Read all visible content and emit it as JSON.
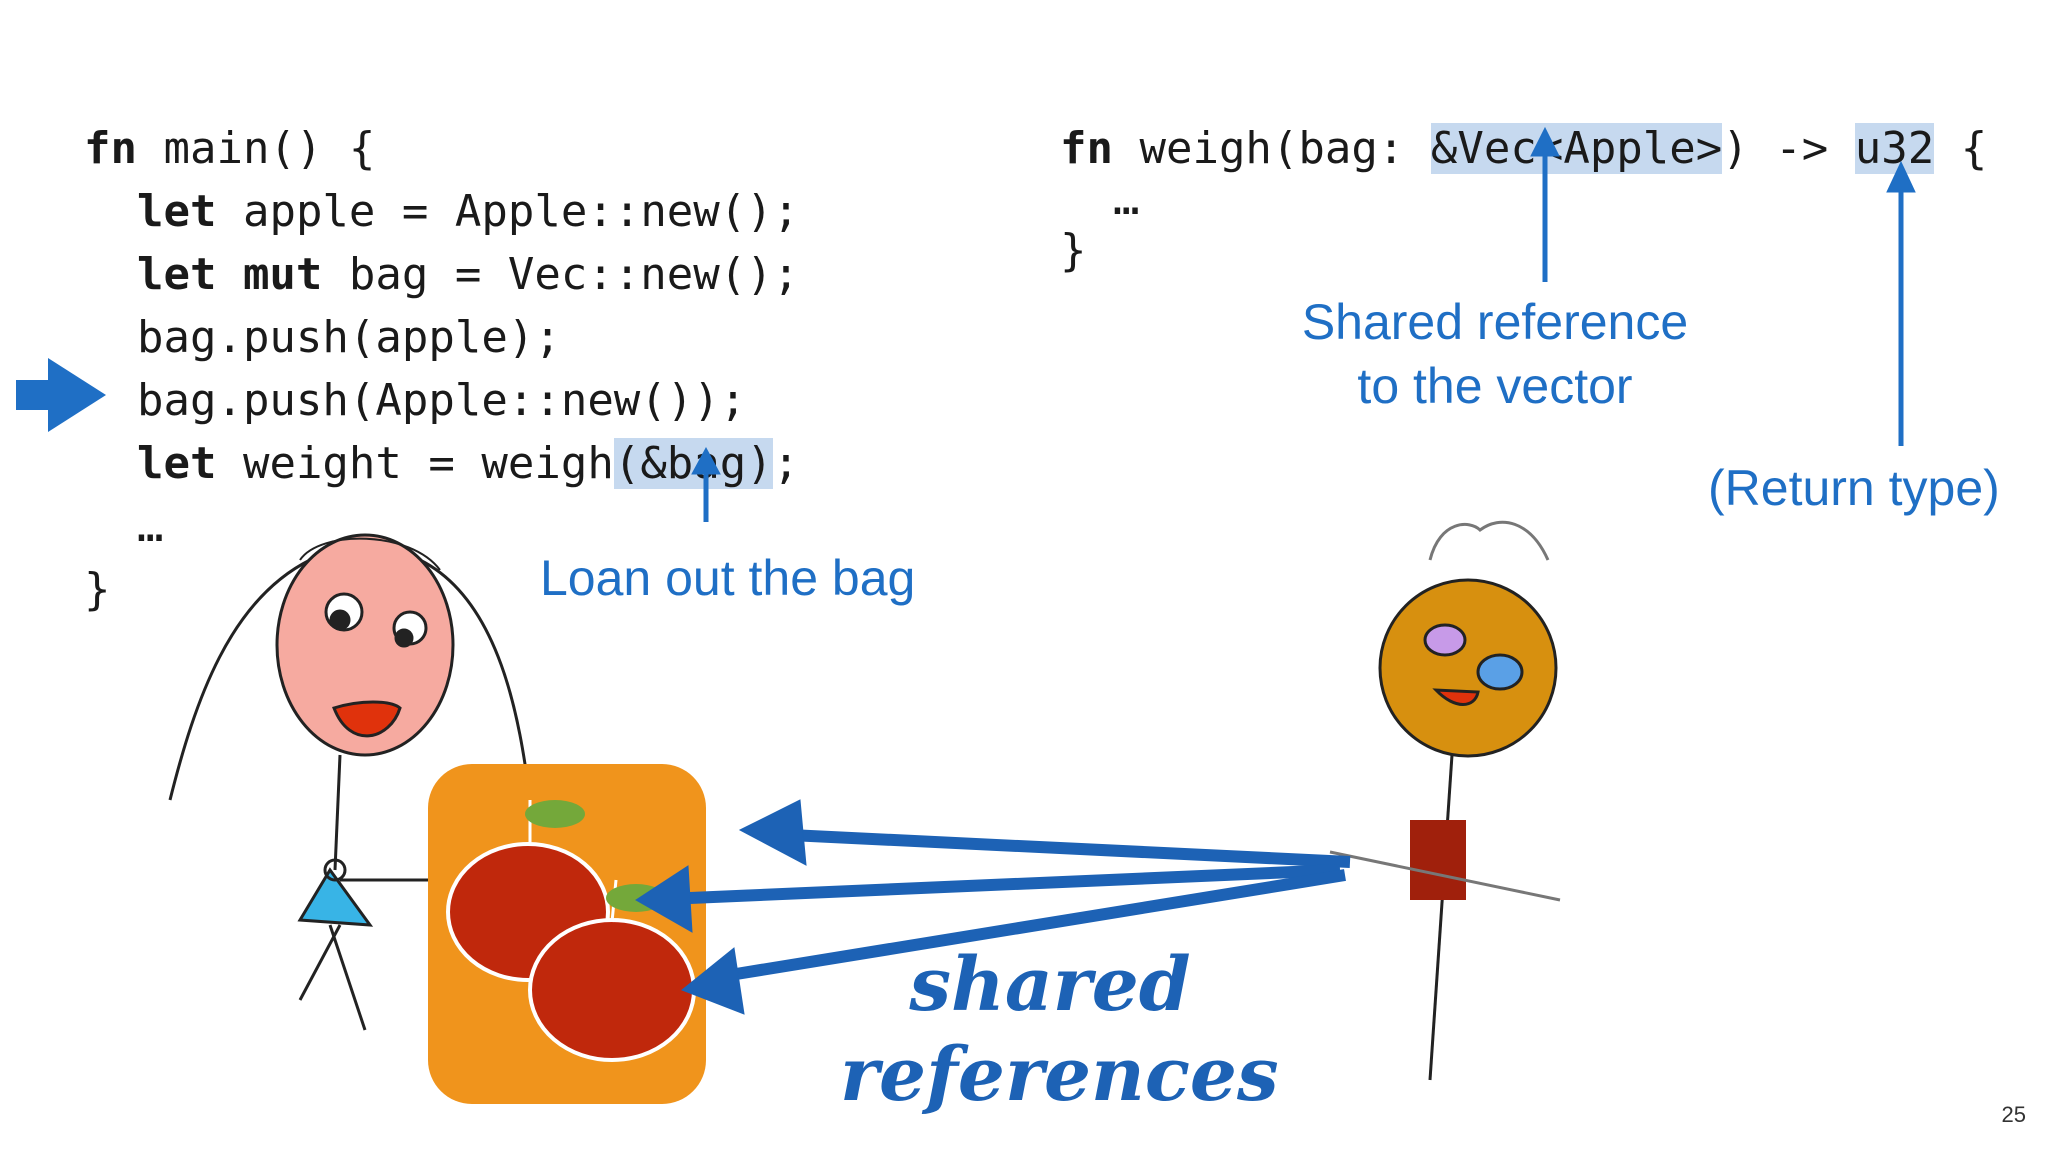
{
  "main_code": {
    "l1_kw": "fn",
    "l1_rest": " main() {",
    "l2_kw": "let",
    "l2_rest": " apple = Apple::new();",
    "l3_kw": "let mut",
    "l3_rest": " bag = Vec::new();",
    "l4": "bag.push(apple);",
    "l5": "bag.push(Apple::new());",
    "l6_kw": "let",
    "l6_pre": " weight = weigh",
    "l6_hl": "(&bag)",
    "l6_post": ";",
    "l7": "…",
    "l8": "}"
  },
  "weigh_code": {
    "l1_kw": "fn",
    "l1_pre": " weigh(bag: ",
    "l1_hl1": "&Vec<Apple>",
    "l1_mid": ") -> ",
    "l1_hl2": "u32",
    "l1_post": " {",
    "l2": "…",
    "l3": "}"
  },
  "annotations": {
    "loan": "Loan out the bag",
    "shared_ref_line1": "Shared reference",
    "shared_ref_line2": "to the vector",
    "return_type": "(Return type)",
    "shared_refs_line1": "shared",
    "shared_refs_line2": "references"
  },
  "slide_number": "25",
  "colors": {
    "accent_blue": "#1f6fc5",
    "highlight": "#c6d9ef",
    "bag_orange": "#f0941c",
    "apple_red": "#c0280c"
  }
}
